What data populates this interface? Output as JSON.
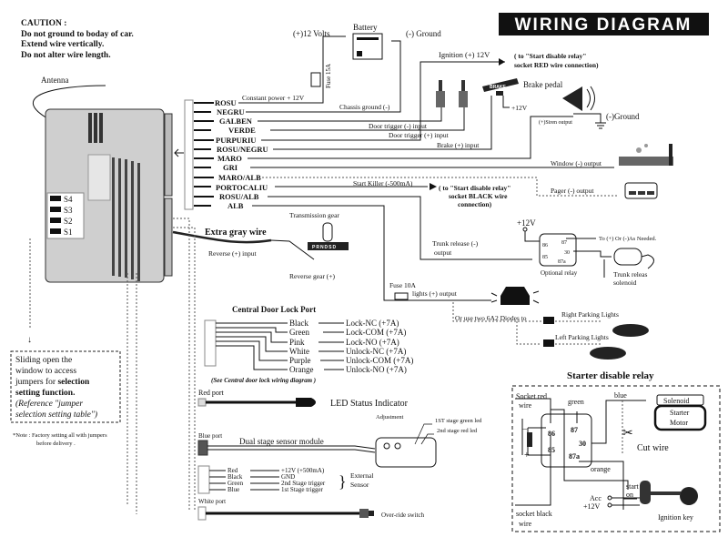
{
  "title": "WIRING DIAGRAM",
  "caution": {
    "heading": "CAUTION :",
    "lines": [
      "Do not ground to boday of car.",
      "Extend wire vertically.",
      "Do not alter wire length."
    ]
  },
  "antenna": "Antenna",
  "jumpers": [
    "S4",
    "S3",
    "S2",
    "S1"
  ],
  "jumper_note": {
    "lines": [
      "Sliding open the",
      "window to access",
      "jumpers for",
      "selection",
      "setting function.",
      "(Reference \"jumper",
      "selection setting  table\")"
    ],
    "factory_note": [
      "*Note : Factory setting all with jumpers",
      "before delivery ."
    ]
  },
  "wires": [
    "ROSU",
    "NEGRU",
    "GALBEN",
    "VERDE",
    "PURPURIU",
    "ROSU/NEGRU",
    "MARO",
    "GRI",
    "MARO/ALB",
    "PORTOCALIU",
    "ROSU/ALB",
    "ALB"
  ],
  "battery": {
    "label": "Battery",
    "positive": "(+)12 Volts",
    "negative": "(-) Ground",
    "fuse": "Fuse 15A"
  },
  "wire_functions": {
    "constant_power": "Constant power + 12V",
    "chassis_ground": "Chassis ground (-)",
    "ignition": "Ignition (+) 12V",
    "ignition_note": [
      "( to \"Start disable relay\"",
      "socket RED  wire connection)"
    ],
    "door_minus": "Door trigger (-) input",
    "door_plus": "Door trigger (+) input",
    "brake_input": "Brake (+) input",
    "brake_pedal": "Brake pedal",
    "brake_icon_text": "BRAKE",
    "brake_12v": "+12V",
    "siren": "(+)Siren output",
    "siren_ground": "(-)Ground",
    "window": "Window (-) output",
    "start_killer": "Start Killer (-500mA)",
    "start_killer_note": [
      "( to \"Start disable relay\"",
      "socket BLACK wire",
      "connection)"
    ],
    "pager": "Pager (-) output"
  },
  "reverse": {
    "extra_gray_wire": "Extra gray wire",
    "reverse_input": "Reverse (+) input",
    "transmission_gear": "Transmission gear",
    "gear_letters": "PRNDSD",
    "reverse_gear": "Reverse gear (+)"
  },
  "trunk": {
    "plus12": "+12V",
    "label": [
      "Trunk release (-)",
      "output"
    ],
    "relay_pins": [
      "86",
      "87",
      "30",
      "85",
      "87a"
    ],
    "as_needed": "To (+) Or (-)As Needed.",
    "optional_relay": "Optional relay",
    "solenoid": [
      "Trunk releas",
      "solenoid"
    ]
  },
  "lights": {
    "fuse": "Fuse 10A",
    "output": "lights (+) output",
    "diodes": "Or use two 6A2 Diodes to",
    "right": "Right Parking Lights",
    "left": "Left Parking Lights"
  },
  "door_lock": {
    "title": "Central Door Lock Port",
    "rows": [
      {
        "color": "Black",
        "target": "Lock-NC (+7A)"
      },
      {
        "color": "Green",
        "target": "Lock-COM (+7A)"
      },
      {
        "color": "Pink",
        "target": "Lock-NO (+7A)"
      },
      {
        "color": "White",
        "target": "Unlock-NC (+7A)"
      },
      {
        "color": "Purple",
        "target": "Unlock-COM (+7A)"
      },
      {
        "color": "Orange",
        "target": "Unlock-NO (+7A)"
      }
    ],
    "note": "(See Central door lock wiring diagram )"
  },
  "led": {
    "port": "Red port",
    "label": "LED Status Indicator"
  },
  "sensor": {
    "port": "Blue port",
    "label": "Dual stage sensor module",
    "adjustment": "Adjustment",
    "green_led": "1ST stage green led",
    "red_led": "2nd stage red led",
    "rows": [
      {
        "color": "Red",
        "function": "+12V (+500mA)"
      },
      {
        "color": "Black",
        "function": "GND"
      },
      {
        "color": "Green",
        "function": "2nd Stage trigger"
      },
      {
        "color": "Blue",
        "function": "1st Stage trigger"
      }
    ],
    "external": [
      "External",
      "Sensor"
    ]
  },
  "override": {
    "port": "White port",
    "label": "Over-ride switch"
  },
  "starter_relay": {
    "title": "Starter disable relay",
    "socket_red": [
      "Socket red",
      "wire"
    ],
    "socket_black": [
      "socket black",
      "wire"
    ],
    "green": "green",
    "blue": "blue",
    "orange": "orange",
    "pins": [
      "86",
      "87",
      "30",
      "85",
      "87a"
    ],
    "solenoid": "Solenoid",
    "starter_motor": [
      "Starter",
      "Motor"
    ],
    "cut_wire": "Cut wire",
    "start_on": [
      "start",
      "on"
    ],
    "acc": "Acc",
    "plus12": "+12V",
    "ignition_key": "Ignition key",
    "minus": "−",
    "plus": "+"
  }
}
